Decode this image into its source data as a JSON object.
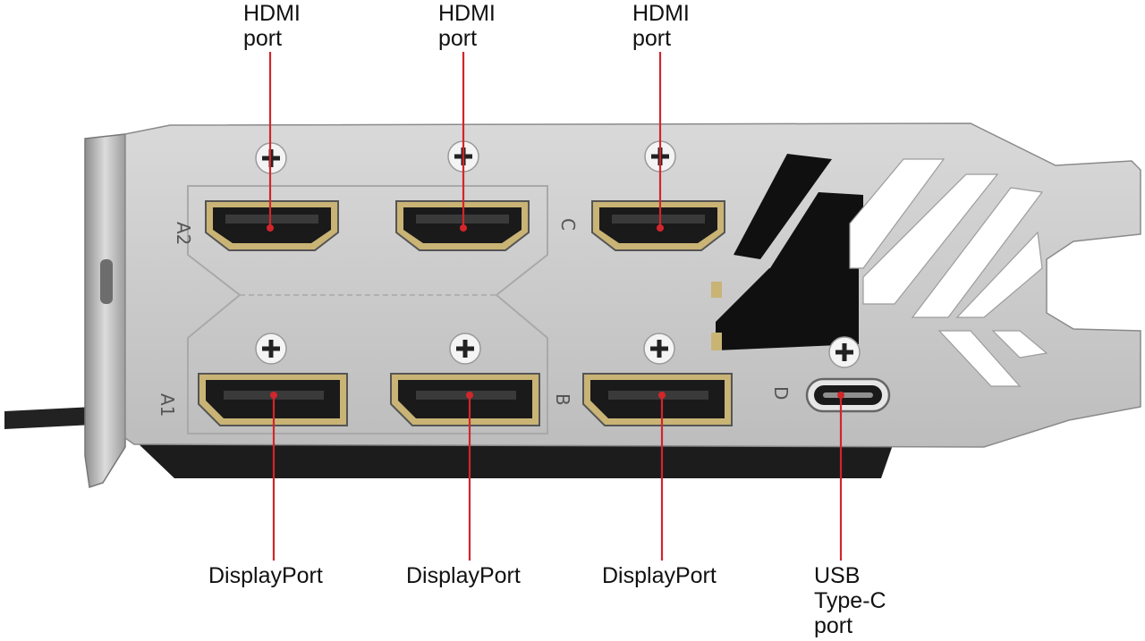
{
  "colors": {
    "leader": "#d2262b",
    "bracket": "#c7c7c7",
    "bracket_dark": "#9a9a9a",
    "vent_black": "#111111",
    "gold": "#c9b476",
    "label_text": "#111111"
  },
  "labels": {
    "hdmi_1": "HDMI\nport",
    "hdmi_2": "HDMI\nport",
    "hdmi_3": "HDMI\nport",
    "dp_1": "DisplayPort",
    "dp_2": "DisplayPort",
    "dp_3": "DisplayPort",
    "usb_c": "USB\nType-C\nport"
  },
  "bracket_markings": {
    "a2": "A2",
    "c": "C",
    "a1": "A1",
    "b": "B",
    "d": "D"
  }
}
